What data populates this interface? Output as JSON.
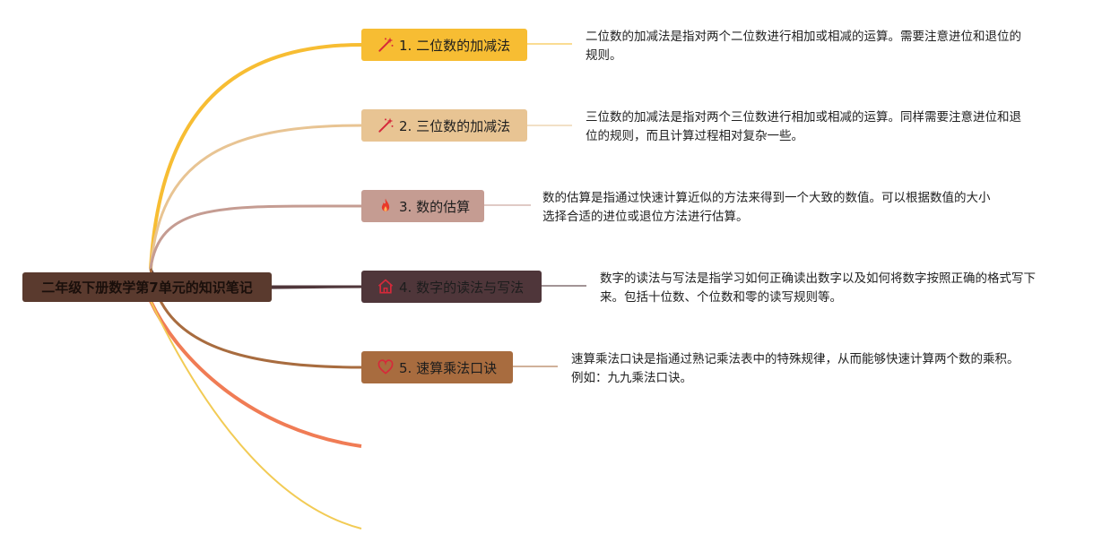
{
  "root": {
    "label": "二年级下册数学第7单元的知识笔记"
  },
  "topics": [
    {
      "label": "1. 二位数的加减法",
      "icon": "magic-wand-icon",
      "color": "#f7bd33",
      "desc": "二位数的加减法是指对两个二位数进行相加或相减的运算。需要注意进位和退位的规则。"
    },
    {
      "label": "2. 三位数的加减法",
      "icon": "magic-wand-icon",
      "color": "#e8c493",
      "desc": "三位数的加减法是指对两个三位数进行相加或相减的运算。同样需要注意进位和退位的规则，而且计算过程相对复杂一些。"
    },
    {
      "label": "3. 数的估算",
      "icon": "fire-icon",
      "color": "#c59c92",
      "desc": "数的估算是指通过快速计算近似的方法来得到一个大致的数值。可以根据数值的大小选择合适的进位或退位方法进行估算。"
    },
    {
      "label": "4. 数字的读法与写法",
      "icon": "home-icon",
      "color": "#4f363a",
      "desc": "数字的读法与写法是指学习如何正确读出数字以及如何将数字按照正确的格式写下来。包括十位数、个位数和零的读写规则等。"
    },
    {
      "label": "5. 速算乘法口诀",
      "icon": "heart-icon",
      "color": "#a86c3f",
      "desc": "速算乘法口诀是指通过熟记乘法表中的特殊规律，从而能够快速计算两个数的乘积。例如：九九乘法口诀。"
    }
  ],
  "extra_branch_colors": [
    "#f07c55",
    "#f2cb55"
  ]
}
